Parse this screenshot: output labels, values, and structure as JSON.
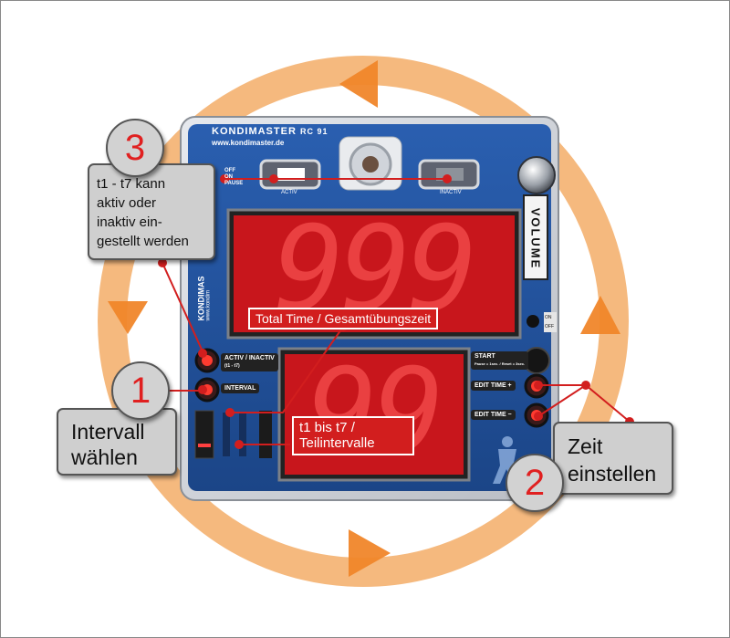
{
  "device": {
    "brand": "KONDIMASTER",
    "model": "RC 91",
    "website": "www.kondimaster.de",
    "side_brand": "KONDIMAS",
    "side_website": "www.kondim",
    "switch_states": [
      "OFF",
      "ON",
      "PAUSE"
    ],
    "activ_label": "ACTIV",
    "inactiv_label": "INACTIV",
    "volume_label": "VOLUME",
    "top_display": "999",
    "bottom_display": "99",
    "buttons": {
      "activ_inactiv": "ACTIV / INACTIV",
      "activ_inactiv_sub": "(t1 - t7)",
      "interval": "INTERVAL",
      "start": "START",
      "start_sub": "Pause = 1sec. / Reset = 3sec.",
      "edit_time_plus": "EDIT TIME +",
      "edit_time_minus": "EDIT TIME −"
    },
    "power_labels": [
      "ON",
      "OFF"
    ]
  },
  "callouts": {
    "step1": {
      "number": "1",
      "text_line1": "Intervall",
      "text_line2": "wählen"
    },
    "step2": {
      "number": "2",
      "text_line1": "Zeit",
      "text_line2": "einstellen"
    },
    "step3": {
      "number": "3",
      "text_line1": "t1 - t7 kann",
      "text_line2": "aktiv oder",
      "text_line3": "inaktiv ein-",
      "text_line4": "gestellt werden"
    }
  },
  "labels": {
    "total_time": "Total Time / Gesamtübungszeit",
    "partial_line1": "t1 bis t7 /",
    "partial_line2": "Teilintervalle"
  },
  "colors": {
    "panel_blue": "#1f4f9c",
    "arrow_orange": "#f0a050",
    "digit_red": "#e8252b",
    "callout_red": "#d21e1e"
  }
}
